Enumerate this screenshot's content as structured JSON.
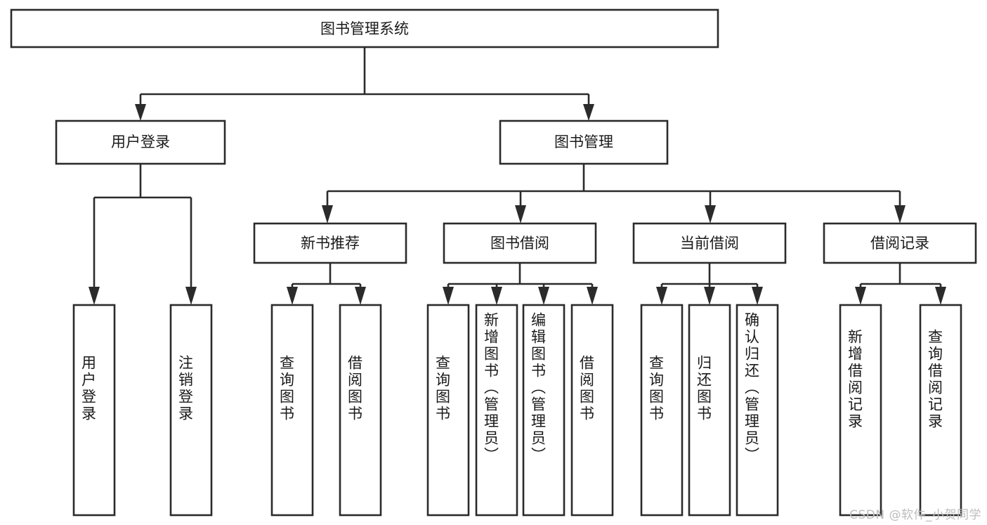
{
  "diagram": {
    "title": "图书管理系统",
    "type": "tree",
    "colors": {
      "stroke": "#2b2b2b",
      "fill": "#ffffff",
      "text": "#1a1a1a",
      "background": "#ffffff",
      "watermark": "#bdbdbd"
    },
    "root": {
      "label": "图书管理系统"
    },
    "level2": [
      {
        "label": "用户登录"
      },
      {
        "label": "图书管理"
      }
    ],
    "level3": [
      {
        "label": "新书推荐"
      },
      {
        "label": "图书借阅"
      },
      {
        "label": "当前借阅"
      },
      {
        "label": "借阅记录"
      }
    ],
    "leaves": [
      {
        "label": "用户登录",
        "parent": "用户登录"
      },
      {
        "label": "注销登录",
        "parent": "用户登录"
      },
      {
        "label": "查询图书",
        "parent": "新书推荐"
      },
      {
        "label": "借阅图书",
        "parent": "新书推荐"
      },
      {
        "label": "查询图书",
        "parent": "图书借阅"
      },
      {
        "label": "新增图书（管理员）",
        "parent": "图书借阅"
      },
      {
        "label": "编辑图书（管理员）",
        "parent": "图书借阅"
      },
      {
        "label": "借阅图书",
        "parent": "图书借阅"
      },
      {
        "label": "查询图书",
        "parent": "当前借阅"
      },
      {
        "label": "归还图书",
        "parent": "当前借阅"
      },
      {
        "label": "确认归还（管理员）",
        "parent": "当前借阅"
      },
      {
        "label": "新增借阅记录",
        "parent": "借阅记录"
      },
      {
        "label": "查询借阅记录",
        "parent": "借阅记录"
      }
    ],
    "watermark": "CSDN @软件_小贺同学"
  }
}
